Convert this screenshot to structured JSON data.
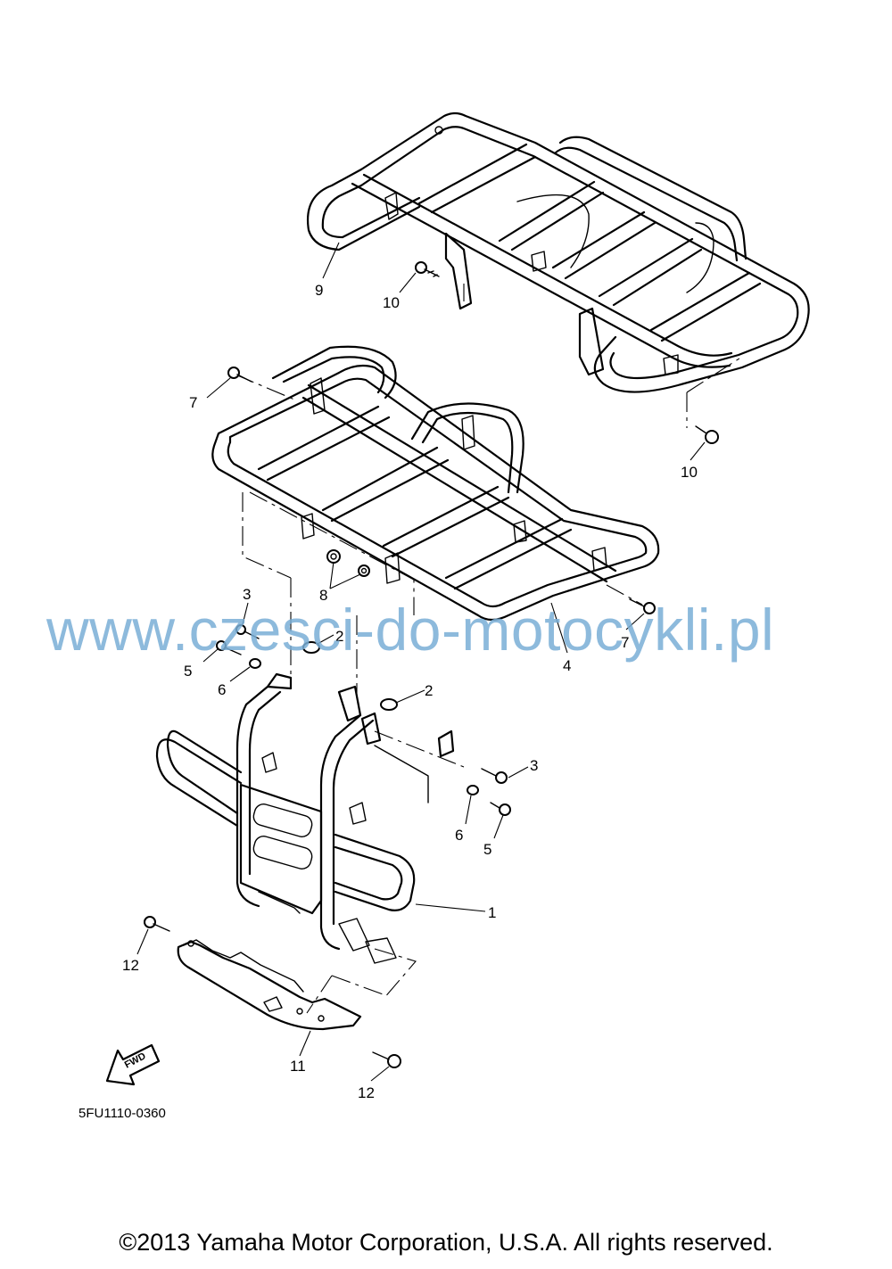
{
  "diagram": {
    "part_labels": {
      "p1": "1",
      "p2a": "2",
      "p2b": "2",
      "p3a": "3",
      "p3b": "3",
      "p4": "4",
      "p5a": "5",
      "p5b": "5",
      "p6a": "6",
      "p6b": "6",
      "p7a": "7",
      "p7b": "7",
      "p8": "8",
      "p9": "9",
      "p10a": "10",
      "p10b": "10",
      "p11": "11",
      "p12a": "12",
      "p12b": "12"
    },
    "fwd_label": "FWD",
    "drawing_code": "5FU1110-0360",
    "watermark": "www.czesci-do-motocykli.pl",
    "copyright": "©2013 Yamaha Motor Corporation, U.S.A. All rights reserved."
  }
}
